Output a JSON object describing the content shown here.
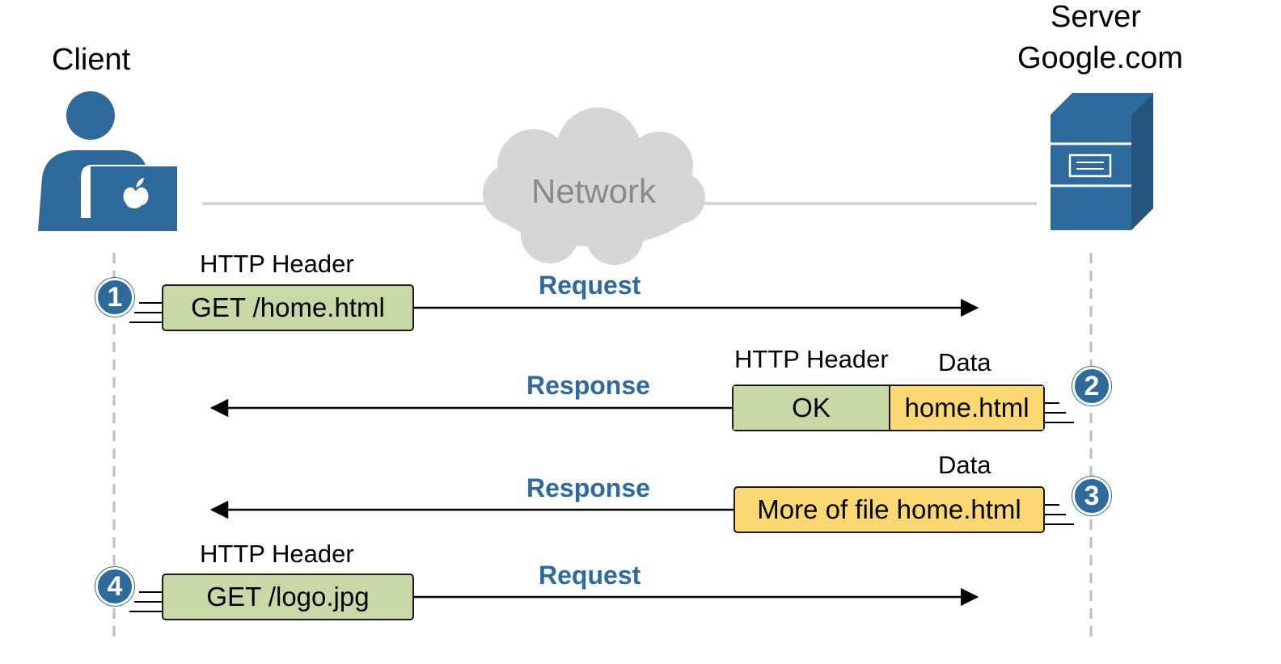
{
  "client": {
    "label": "Client"
  },
  "server": {
    "label_line1": "Server",
    "label_line2": "Google.com"
  },
  "network": {
    "label": "Network"
  },
  "steps": [
    {
      "number": "1",
      "header_label": "HTTP Header",
      "box_text": "GET /home.html",
      "direction_label": "Request"
    },
    {
      "number": "2",
      "header_label": "HTTP Header",
      "data_label": "Data",
      "header_box_text": "OK",
      "data_box_text": "home.html",
      "direction_label": "Response"
    },
    {
      "number": "3",
      "data_label": "Data",
      "data_box_text": "More of file home.html",
      "direction_label": "Response"
    },
    {
      "number": "4",
      "header_label": "HTTP Header",
      "box_text": "GET /logo.jpg",
      "direction_label": "Request"
    }
  ],
  "colors": {
    "accent_blue": "#2e6a9c",
    "header_green": "#c8d9a7",
    "data_yellow": "#fbd872",
    "network_gray": "#d6d6d6"
  },
  "icons": [
    "person-with-laptop-icon",
    "apple-logo-icon",
    "server-icon",
    "cloud-icon"
  ]
}
